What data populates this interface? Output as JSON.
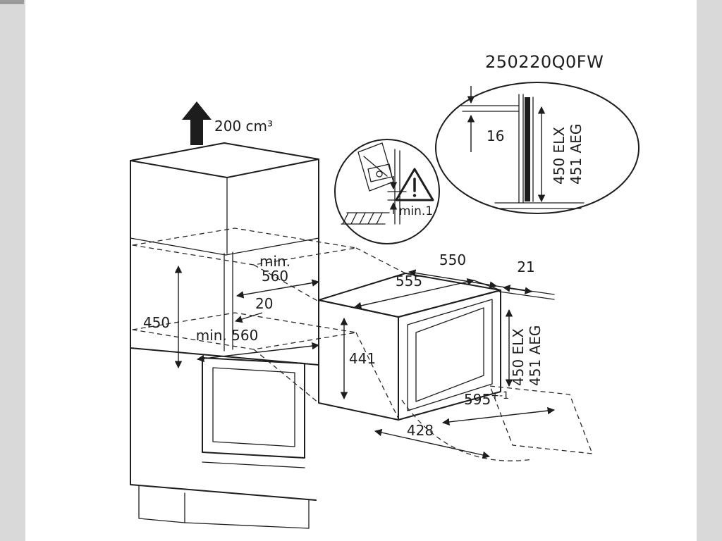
{
  "model_number": "250220Q0FW",
  "ventilation_label": "200 cm³",
  "cabinet": {
    "niche_height": "450",
    "niche_depth_top_line1": "min.",
    "niche_depth_top_line2": "560",
    "shelf_gap": "20",
    "niche_width": "min. 560"
  },
  "microwave": {
    "depth": "550",
    "rear_gap": "21",
    "width": "555",
    "height": "441",
    "niche_height_elx": "450 ELX",
    "niche_height_aeg": "451 AEG",
    "door_width": "595",
    "door_width_tolerance": "+-1",
    "door_open_depth": "428"
  },
  "detail_top": {
    "panel_offset": "16",
    "height_elx": "450 ELX",
    "height_aeg": "451 AEG"
  },
  "detail_hinge": {
    "min_clearance": "min.1",
    "warning_icon": "exclamation-triangle"
  },
  "colors": {
    "line": "#1d1d1d",
    "background": "#ffffff",
    "edge_bar": "#d9d9d9"
  }
}
